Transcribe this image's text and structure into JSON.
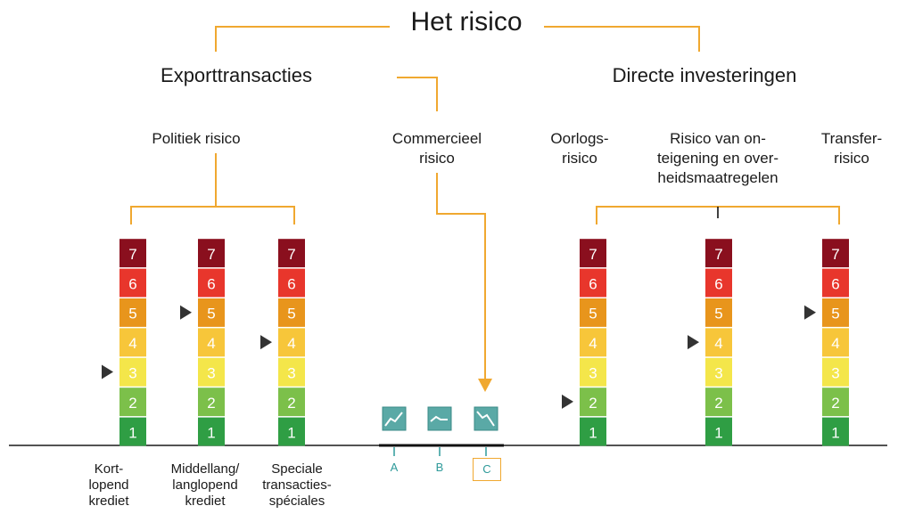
{
  "title": "Het risico",
  "branches": {
    "export": "Exporttransacties",
    "direct": "Directe investeringen"
  },
  "export_risks": {
    "political": "Politiek risico",
    "commercial": [
      "Commercieel",
      "risico"
    ]
  },
  "direct_risks": {
    "war": [
      "Oorlogs-",
      "risico"
    ],
    "expropriation": [
      "Risico van on-",
      "teigening en over-",
      "heidsmaatregelen"
    ],
    "transfer": [
      "Transfer-",
      "risico"
    ]
  },
  "scale": {
    "levels": [
      "1",
      "2",
      "3",
      "4",
      "5",
      "6",
      "7"
    ],
    "colors": [
      "#2f9e44",
      "#7cc04a",
      "#f4e64a",
      "#f7c63a",
      "#e8951c",
      "#e8362c",
      "#8a0f1e"
    ],
    "text_colors": [
      "#ffffff",
      "#ffffff",
      "#ffffff",
      "#ffffff",
      "#ffffff",
      "#ffffff",
      "#ffffff"
    ]
  },
  "columns": [
    {
      "id": "kort",
      "labels": [
        "Kort-",
        "lopend",
        "krediet"
      ],
      "marker_level": 3
    },
    {
      "id": "middellang",
      "labels": [
        "Middellang/",
        "langlopend",
        "krediet"
      ],
      "marker_level": 5
    },
    {
      "id": "speciale",
      "labels": [
        "Speciale",
        "transacties-",
        "spéciales"
      ],
      "marker_level": 4
    },
    {
      "id": "oorlog",
      "labels": [],
      "marker_level": 2
    },
    {
      "id": "onteigening",
      "labels": [],
      "marker_level": 4
    },
    {
      "id": "transfer",
      "labels": [],
      "marker_level": 5
    }
  ],
  "commercial_categories": [
    {
      "letter": "A",
      "icon": "trend-up-icon",
      "highlighted": false
    },
    {
      "letter": "B",
      "icon": "trend-flat-icon",
      "highlighted": false
    },
    {
      "letter": "C",
      "icon": "trend-down-icon",
      "highlighted": true
    }
  ],
  "colors": {
    "connector": "#f0a830",
    "marker": "#333333",
    "teal": "#5aa9a6",
    "baseline": "#1a1a1a"
  }
}
